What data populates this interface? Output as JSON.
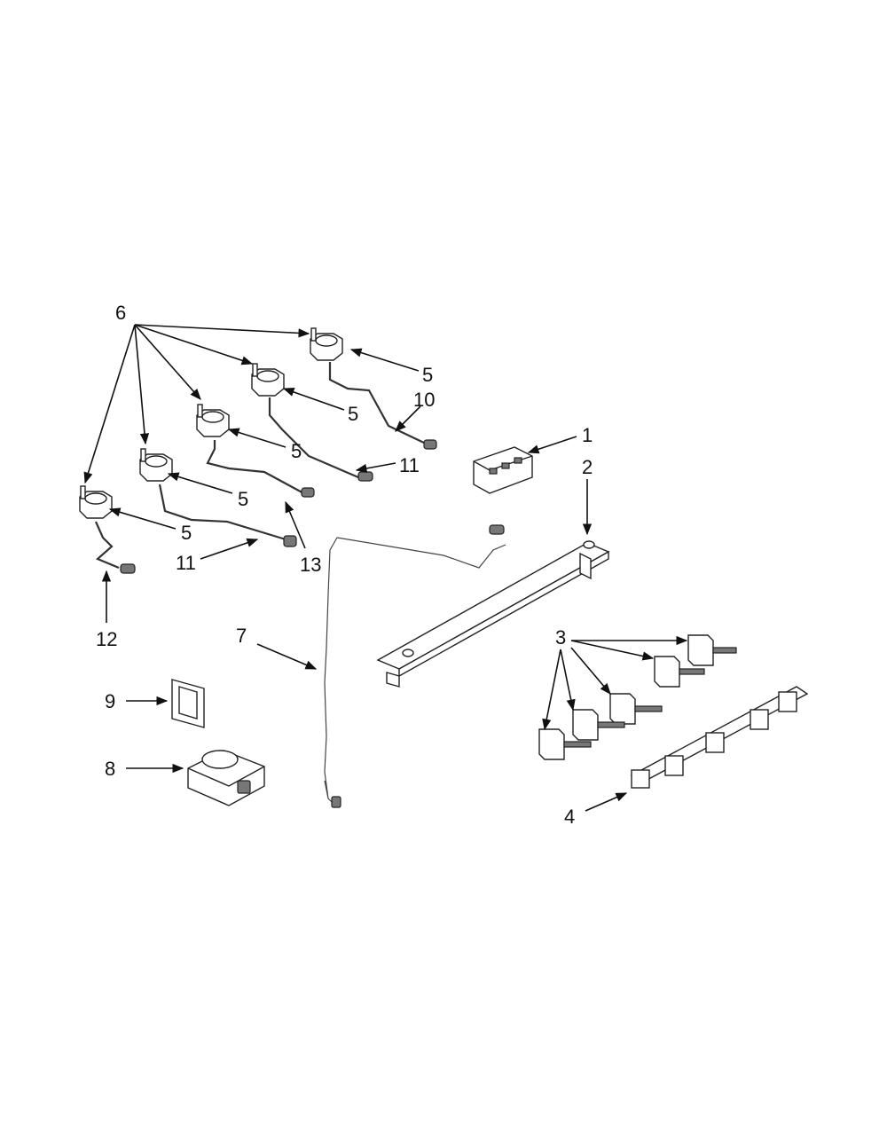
{
  "diagram": {
    "callouts": {
      "c1": "1",
      "c2": "2",
      "c3": "3",
      "c4": "4",
      "c5a": "5",
      "c5b": "5",
      "c5c": "5",
      "c5d": "5",
      "c5e": "5",
      "c6": "6",
      "c7": "7",
      "c8": "8",
      "c9": "9",
      "c10": "10",
      "c11a": "11",
      "c11b": "11",
      "c12": "12",
      "c13": "13"
    },
    "colors": {
      "ink": "#111111",
      "background": "#ffffff"
    }
  }
}
